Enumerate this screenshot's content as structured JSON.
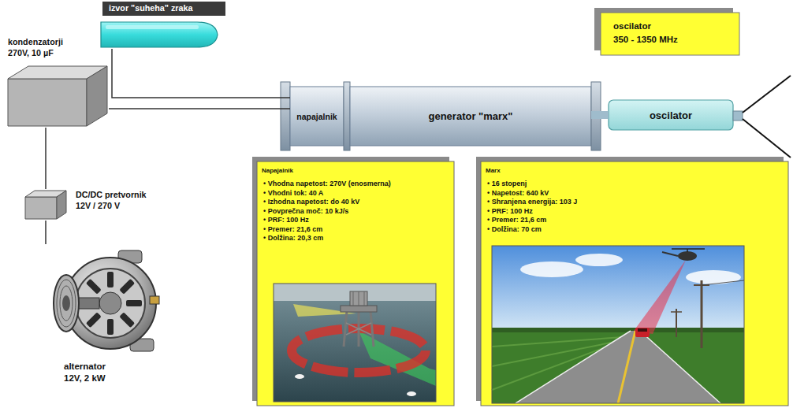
{
  "diagram": {
    "nodes": [
      {
        "text": [
          "izvor \"suheha\" zraka"
        ]
      },
      {
        "text": [
          "kondenzatorji 270V, 10 µF"
        ]
      },
      {
        "text": [
          "napajalnik"
        ]
      },
      {
        "text": [
          "generator \"marx\""
        ]
      },
      {
        "text": [
          "oscilator 350 - 1350 MHz"
        ]
      },
      {
        "text": [
          "oscilator"
        ]
      },
      {
        "text": [
          "DC/DC pretvornik 12V / 270 V"
        ]
      },
      {
        "text": [
          "alternator 12V, 2 kW"
        ]
      },
      {
        "text": [
          "Napajalnik",
          "• Vhodna napetost: 270V (enosmerna)",
          "• Vhodni tok: 40 A",
          "• Izhodna napetost: do 40 kV",
          "• Povprečna moč: 10 kJ/s",
          "• PRF: 100 Hz",
          "• Premer: 21,6 cm",
          "• Dolžina: 20,3 cm"
        ]
      },
      {
        "text": [
          "Marx",
          "• 16 stopenj",
          "• Napetost: 640 kV",
          "• Shranjena energija: 103 J",
          "• PRF: 100 Hz",
          "• Premer: 21,6 cm",
          "• Dolžina: 70 cm"
        ]
      }
    ],
    "edges": [
      {
        "from": 0,
        "to": 2,
        "arrow": "none"
      },
      {
        "from": 1,
        "to": 2,
        "arrow": "none"
      },
      {
        "from": 6,
        "to": 1,
        "arrow": "none"
      },
      {
        "from": 7,
        "to": 6,
        "arrow": "none"
      },
      {
        "from": 3,
        "to": 5,
        "arrow": "none"
      }
    ]
  }
}
